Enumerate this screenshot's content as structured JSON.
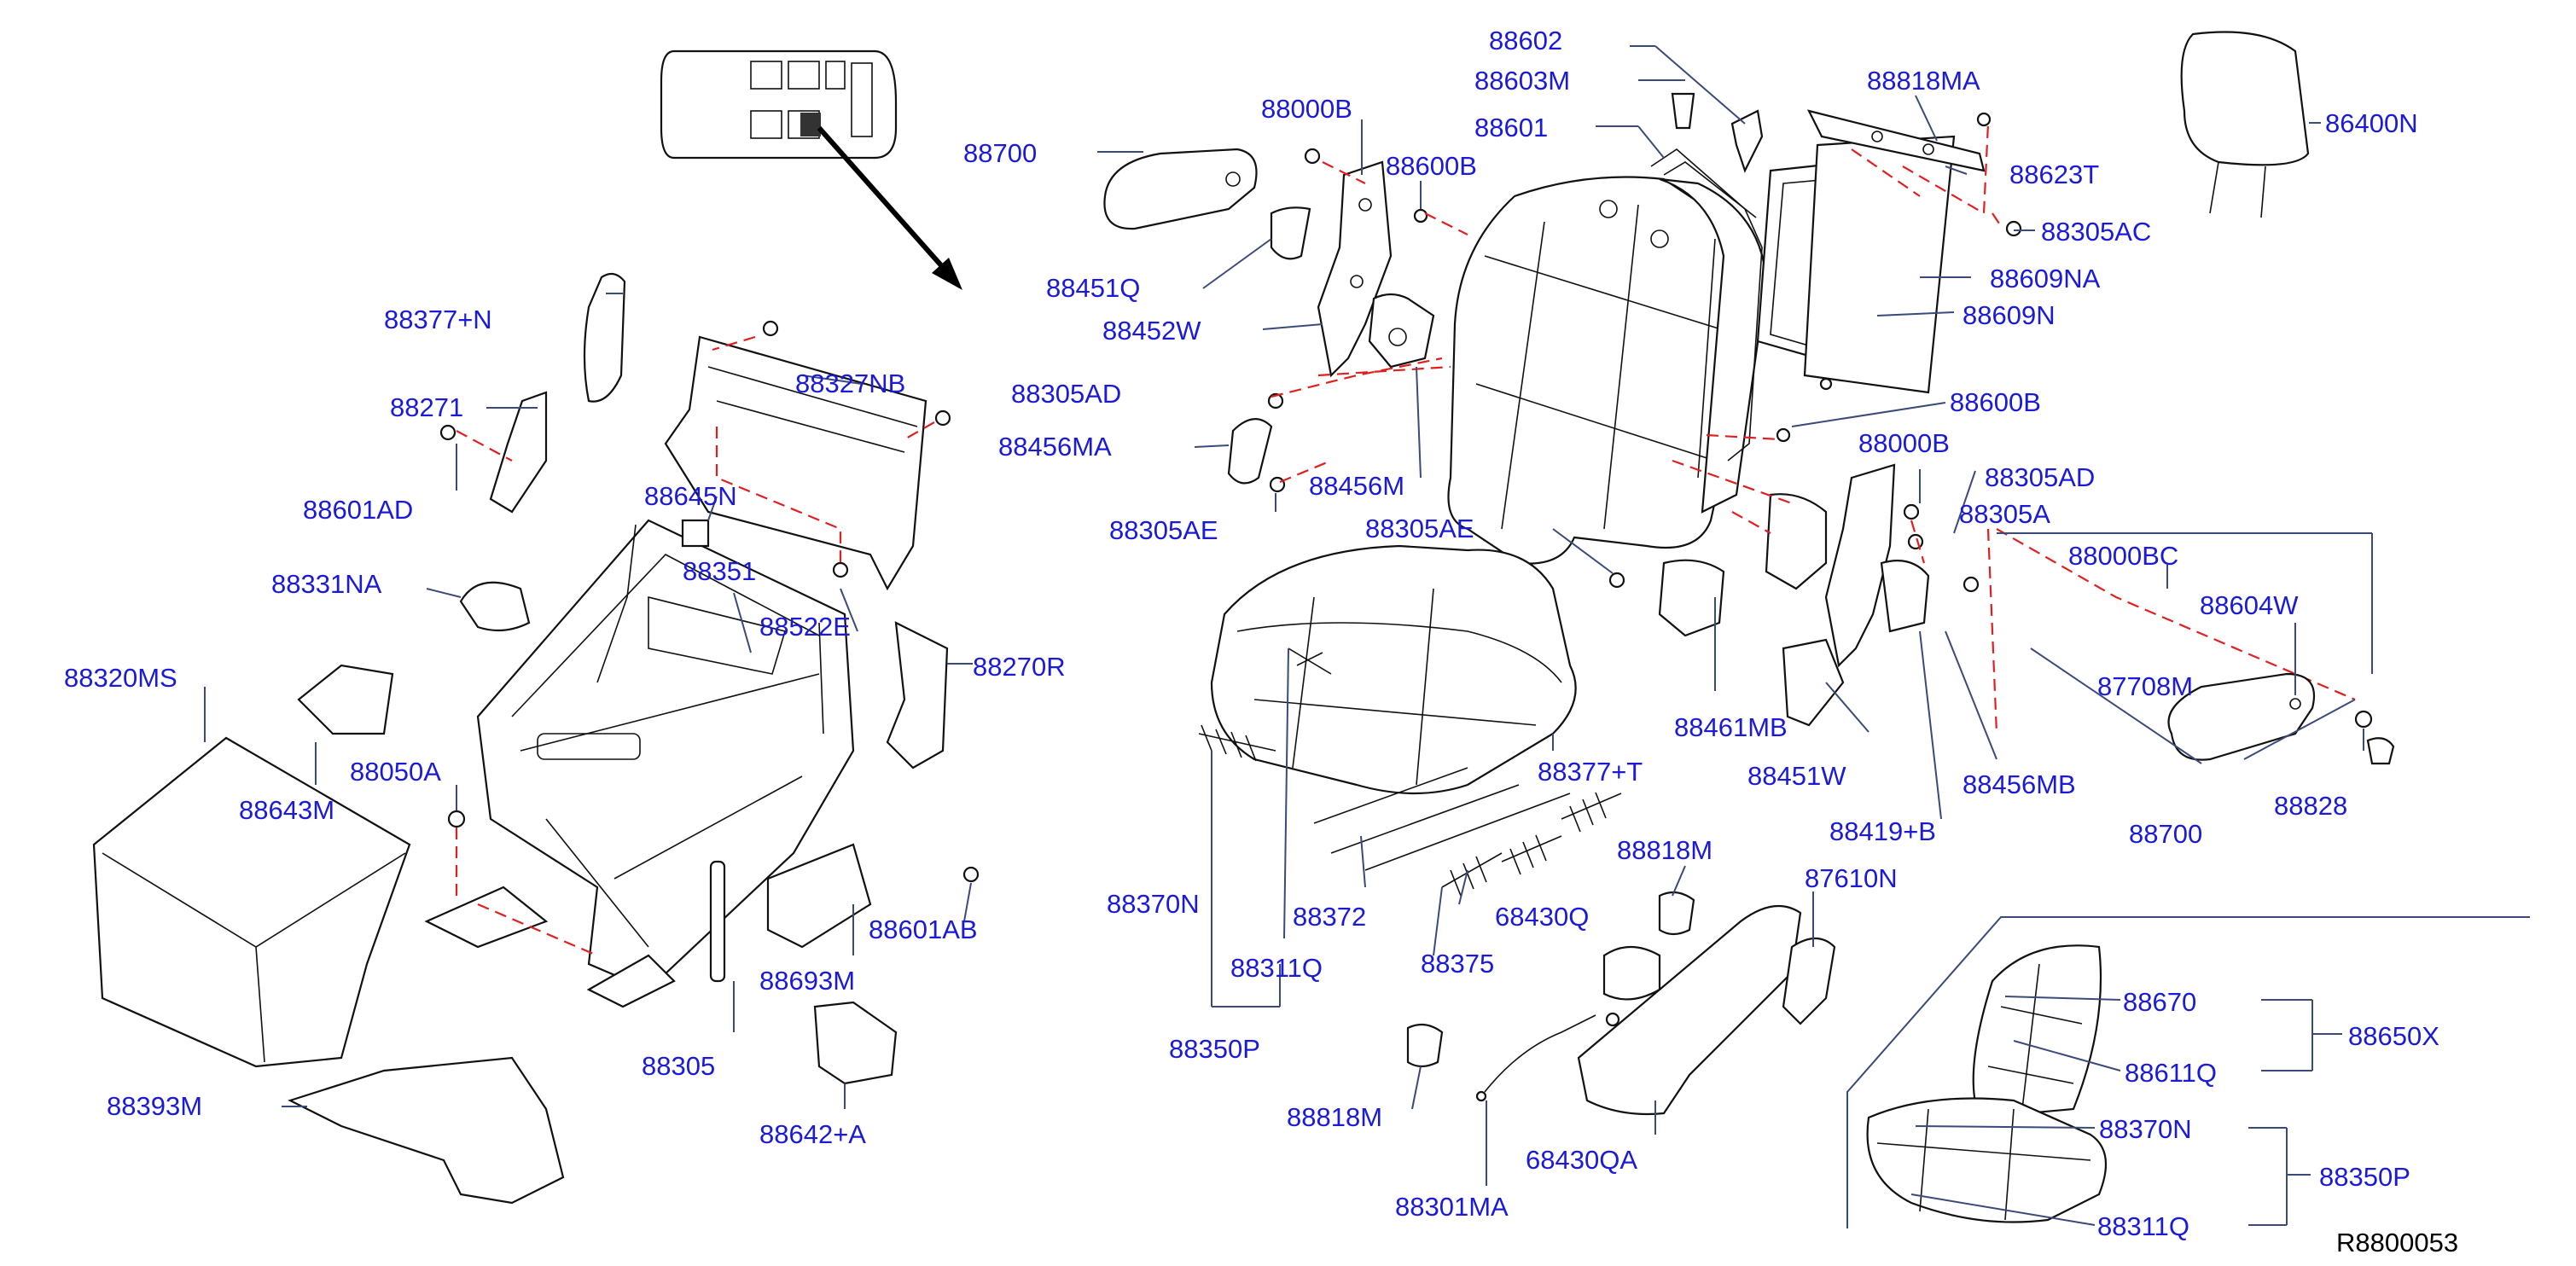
{
  "diagram_code": "R8800053",
  "labels": [
    {
      "id": "l01",
      "text": "88700"
    },
    {
      "id": "l02",
      "text": "88000B"
    },
    {
      "id": "l03",
      "text": "88600B"
    },
    {
      "id": "l04",
      "text": "88602"
    },
    {
      "id": "l05",
      "text": "88603M"
    },
    {
      "id": "l06",
      "text": "88601"
    },
    {
      "id": "l07",
      "text": "88818MA"
    },
    {
      "id": "l08",
      "text": "88623T"
    },
    {
      "id": "l09",
      "text": "86400N"
    },
    {
      "id": "l10",
      "text": "88305AC"
    },
    {
      "id": "l11",
      "text": "88609NA"
    },
    {
      "id": "l12",
      "text": "88609N"
    },
    {
      "id": "l13",
      "text": "88451Q"
    },
    {
      "id": "l14",
      "text": "88452W"
    },
    {
      "id": "l15",
      "text": "88305AD"
    },
    {
      "id": "l16",
      "text": "88456MA"
    },
    {
      "id": "l17",
      "text": "88456M"
    },
    {
      "id": "l18",
      "text": "88305AE"
    },
    {
      "id": "l19",
      "text": "88305AE"
    },
    {
      "id": "l20",
      "text": "88600B"
    },
    {
      "id": "l21",
      "text": "88000B"
    },
    {
      "id": "l22",
      "text": "88305AD"
    },
    {
      "id": "l23",
      "text": "88305A"
    },
    {
      "id": "l24",
      "text": "88000BC"
    },
    {
      "id": "l25",
      "text": "88604W"
    },
    {
      "id": "l26",
      "text": "87708M"
    },
    {
      "id": "l27",
      "text": "88461MB"
    },
    {
      "id": "l28",
      "text": "88451W"
    },
    {
      "id": "l29",
      "text": "88419+B"
    },
    {
      "id": "l30",
      "text": "88456MB"
    },
    {
      "id": "l31",
      "text": "88700"
    },
    {
      "id": "l32",
      "text": "88828"
    },
    {
      "id": "l33",
      "text": "88377+N"
    },
    {
      "id": "l34",
      "text": "88327NB"
    },
    {
      "id": "l35",
      "text": "88271"
    },
    {
      "id": "l36",
      "text": "88601AD"
    },
    {
      "id": "l37",
      "text": "88645N"
    },
    {
      "id": "l38",
      "text": "88351"
    },
    {
      "id": "l39",
      "text": "88331NA"
    },
    {
      "id": "l40",
      "text": "88522E"
    },
    {
      "id": "l41",
      "text": "88320MS"
    },
    {
      "id": "l42",
      "text": "88270R"
    },
    {
      "id": "l43",
      "text": "88050A"
    },
    {
      "id": "l44",
      "text": "88643M"
    },
    {
      "id": "l45",
      "text": "88601AB"
    },
    {
      "id": "l46",
      "text": "88693M"
    },
    {
      "id": "l47",
      "text": "88305"
    },
    {
      "id": "l48",
      "text": "88393M"
    },
    {
      "id": "l49",
      "text": "88642+A"
    },
    {
      "id": "l50",
      "text": "88377+T"
    },
    {
      "id": "l51",
      "text": "88818M"
    },
    {
      "id": "l52",
      "text": "87610N"
    },
    {
      "id": "l53",
      "text": "88370N"
    },
    {
      "id": "l54",
      "text": "88372"
    },
    {
      "id": "l55",
      "text": "88375"
    },
    {
      "id": "l56",
      "text": "68430Q"
    },
    {
      "id": "l57",
      "text": "88311Q"
    },
    {
      "id": "l58",
      "text": "88350P"
    },
    {
      "id": "l59",
      "text": "88818M"
    },
    {
      "id": "l60",
      "text": "68430QA"
    },
    {
      "id": "l61",
      "text": "88301MA"
    },
    {
      "id": "l62",
      "text": "88670"
    },
    {
      "id": "l63",
      "text": "88650X"
    },
    {
      "id": "l64",
      "text": "88611Q"
    },
    {
      "id": "l65",
      "text": "88370N"
    },
    {
      "id": "l66",
      "text": "88350P"
    },
    {
      "id": "l67",
      "text": "88311Q"
    }
  ]
}
